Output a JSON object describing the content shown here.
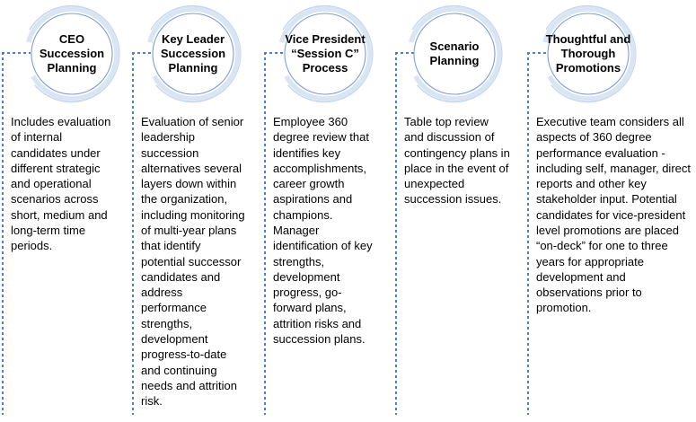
{
  "diagram": {
    "type": "five-pillar succession planning process",
    "colors": {
      "ring_thick": "#d9e5f3",
      "ring_thin": "#c3d6ee",
      "circle_stroke": "#7e9ed2",
      "dashed_connector": "#4f7dc3",
      "text": "#000000"
    },
    "columns": [
      {
        "title": "CEO Succession Planning",
        "description": "Includes evaluation of internal candidates under different strategic and operational scenarios across short, medium and long-term time periods."
      },
      {
        "title": "Key Leader Succession Planning",
        "description": "Evaluation of senior leadership succession alternatives several layers down within the organization, including monitoring of multi-year plans that identify potential successor candidates and address performance strengths, development progress-to-date and continuing needs and attrition risk."
      },
      {
        "title": "Vice President “Session C” Process",
        "description": "Employee 360 degree review that identifies key accomplishments, career growth aspirations and champions. Manager identification of key strengths, development progress, go-forward plans, attrition risks and succession plans."
      },
      {
        "title": "Scenario Planning",
        "description": "Table top review and discussion of contingency plans in place in the event of unexpected succession issues."
      },
      {
        "title": "Thoughtful and Thorough Promotions",
        "description": "Executive team considers all aspects of 360 degree performance evaluation - including self, manager, direct reports and other key stakeholder input. Potential candidates for vice-president level promotions are placed “on-deck” for one to three years for appropriate development and observations prior to promotion."
      }
    ]
  }
}
